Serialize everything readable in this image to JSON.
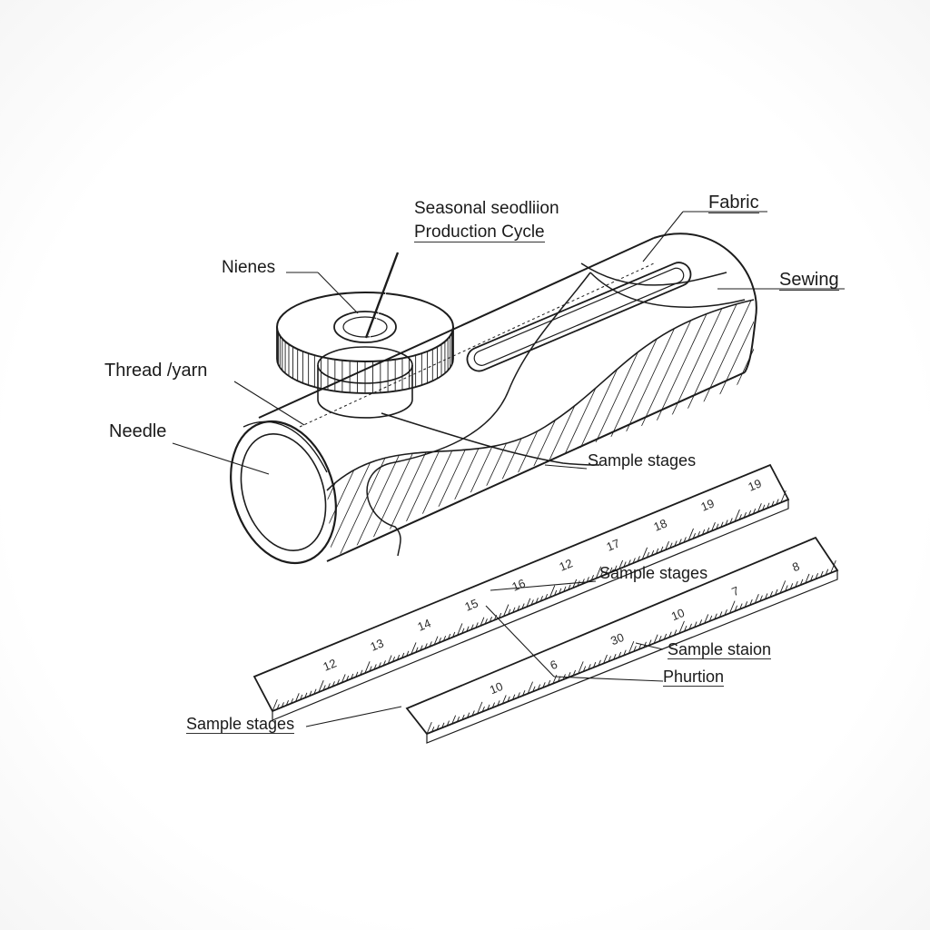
{
  "labels": {
    "title_line1": "Seasonal seodliion",
    "title_line2": "Production Cycle",
    "fabric": "Fabric",
    "sewing": "Sewing",
    "nienes": "Nienes",
    "thread_yarn": "Thread /yarn",
    "needle": "Needle",
    "sample_stages_1": "Sample stages",
    "sample_stages_2": "Sample stages",
    "sample_staion": "Sample staion",
    "phurtion": "Phurtion",
    "sample_stages_3": "Sample stages"
  },
  "ruler_upper_ticks": [
    "12",
    "13",
    "14",
    "15",
    "16",
    "12",
    "17",
    "18",
    "19",
    "19"
  ],
  "ruler_lower_ticks": [
    "10",
    "6",
    "30",
    "10",
    "7",
    "8"
  ],
  "colors": {
    "ink": "#1c1c1c",
    "background": "#ffffff"
  }
}
